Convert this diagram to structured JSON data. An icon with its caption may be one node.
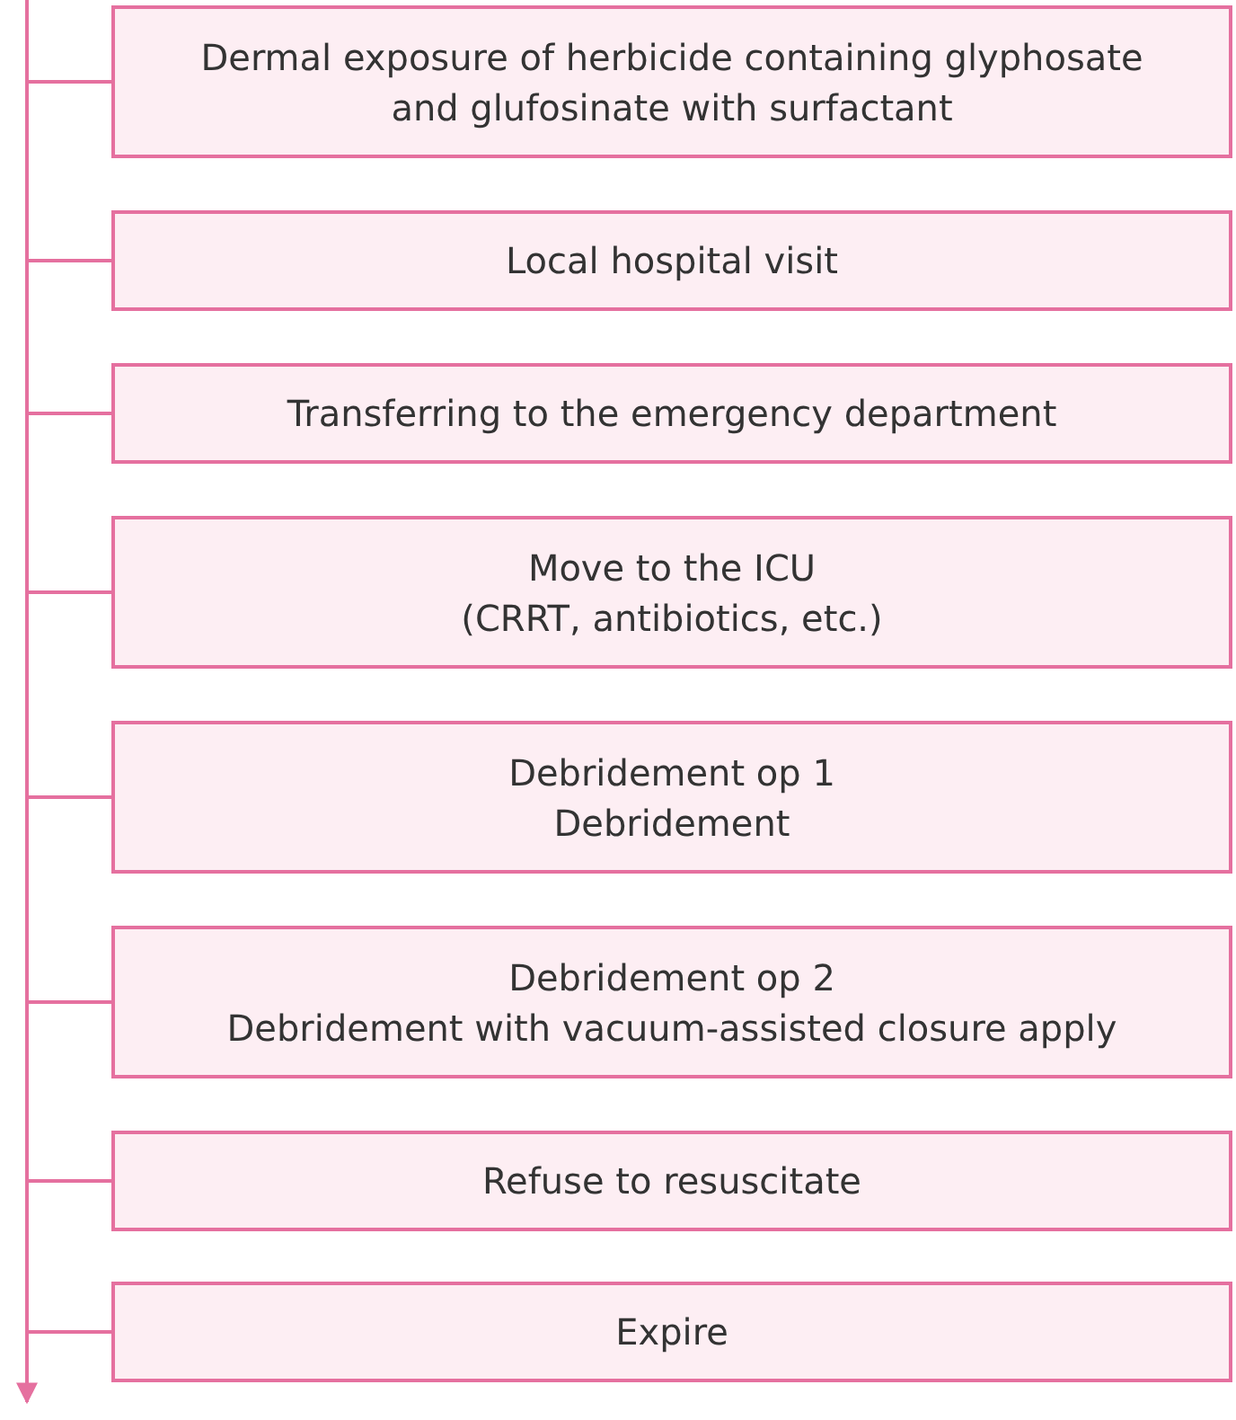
{
  "diagram": {
    "nodes": [
      {
        "text": [
          "Dermal exposure of herbicide containing glyphosate and glufosinate with surfactant"
        ]
      },
      {
        "text": [
          "Local hospital visit"
        ]
      },
      {
        "text": [
          "Transferring to the emergency department"
        ]
      },
      {
        "text": [
          "Move to the ICU",
          "(CRRT, antibiotics, etc.)"
        ]
      },
      {
        "text": [
          "Debridement op 1",
          "Debridement"
        ]
      },
      {
        "text": [
          "Debridement op 2",
          "Debridement with vacuum-assisted closure apply"
        ]
      },
      {
        "text": [
          "Refuse to resuscitate"
        ]
      },
      {
        "text": [
          "Expire"
        ]
      }
    ],
    "edges": [
      {
        "from": null,
        "to": 0,
        "arrow": "none"
      },
      {
        "from": null,
        "to": 1,
        "arrow": "none"
      },
      {
        "from": null,
        "to": 2,
        "arrow": "none"
      },
      {
        "from": null,
        "to": 3,
        "arrow": "none"
      },
      {
        "from": null,
        "to": 4,
        "arrow": "none"
      },
      {
        "from": null,
        "to": 5,
        "arrow": "none"
      },
      {
        "from": null,
        "to": 6,
        "arrow": "none"
      },
      {
        "from": null,
        "to": 7,
        "arrow": "none"
      }
    ]
  }
}
